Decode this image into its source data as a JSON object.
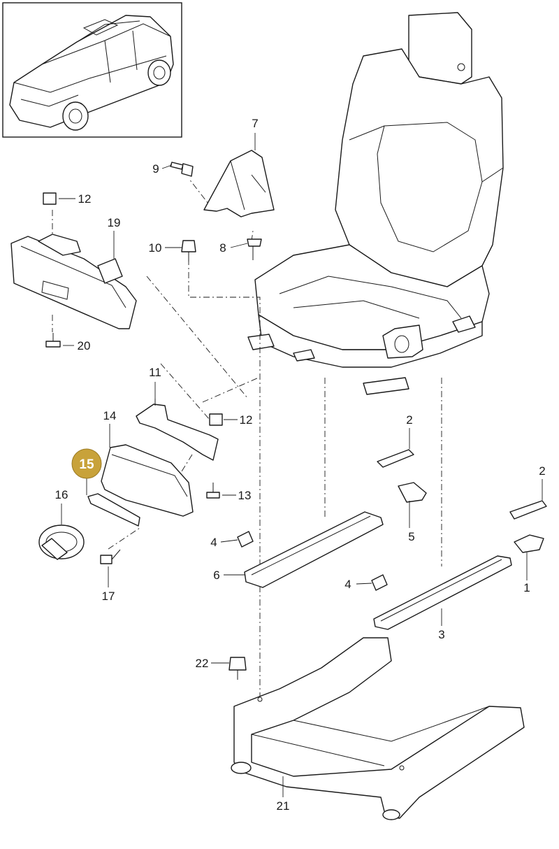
{
  "diagram": {
    "highlighted_callout": "15",
    "highlight_color": "#c8a23a",
    "callouts": [
      "1",
      "2",
      "3",
      "4",
      "5",
      "6",
      "7",
      "8",
      "9",
      "10",
      "11",
      "12",
      "13",
      "14",
      "15",
      "16",
      "17",
      "19",
      "20",
      "21",
      "22"
    ]
  }
}
